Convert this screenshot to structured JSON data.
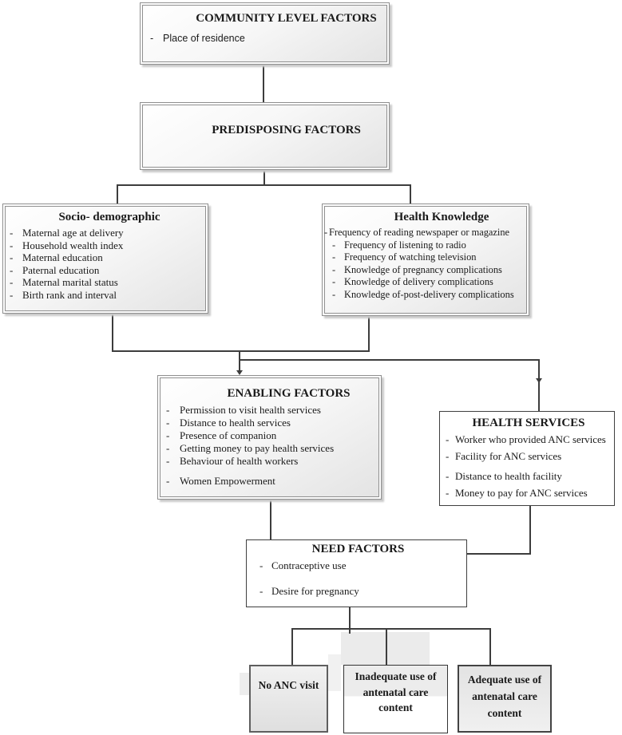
{
  "diagram": {
    "description": "Conceptual framework of factors associated with ANC use",
    "boxes": {
      "community": {
        "title": "COMMUNITY LEVEL FACTORS",
        "items": [
          "Place of residence"
        ]
      },
      "predisposing": {
        "title": "PREDISPOSING FACTORS"
      },
      "socio": {
        "title": "Socio- demographic",
        "items": [
          "Maternal age at delivery",
          "Household wealth index",
          "Maternal education",
          "Paternal education",
          "Maternal marital status",
          "Birth rank and interval"
        ]
      },
      "health_knowledge": {
        "title": "Health Knowledge",
        "items": [
          "Frequency of reading newspaper or magazine",
          "Frequency of listening to radio",
          "Frequency of watching television",
          "Knowledge of pregnancy complications",
          "Knowledge of delivery complications",
          "Knowledge of-post-delivery complications"
        ]
      },
      "enabling": {
        "title": "ENABLING FACTORS",
        "items": [
          "Permission to visit health services",
          "Distance to health services",
          "Presence of companion",
          "Getting money to pay health services",
          "Behaviour of health workers",
          "Women Empowerment"
        ]
      },
      "health_services": {
        "title": "HEALTH SERVICES",
        "items": [
          "Worker who provided ANC services",
          "Facility for ANC services",
          "Distance to health facility",
          "Money to pay for ANC services"
        ]
      },
      "need": {
        "title": "NEED FACTORS",
        "items": [
          "Contraceptive use",
          "Desire for pregnancy"
        ]
      },
      "outcome_no_visit": {
        "title": "No ANC visit"
      },
      "outcome_inadequate": {
        "title": "Inadequate use of antenatal care content"
      },
      "outcome_adequate": {
        "title": "Adequate use of antenatal care content"
      }
    },
    "colors": {
      "line": "#3d3d3d",
      "double_border": "#8f8f8f",
      "single_border": "#3f3f3f",
      "gray_fill": "#e3e3e3"
    }
  }
}
